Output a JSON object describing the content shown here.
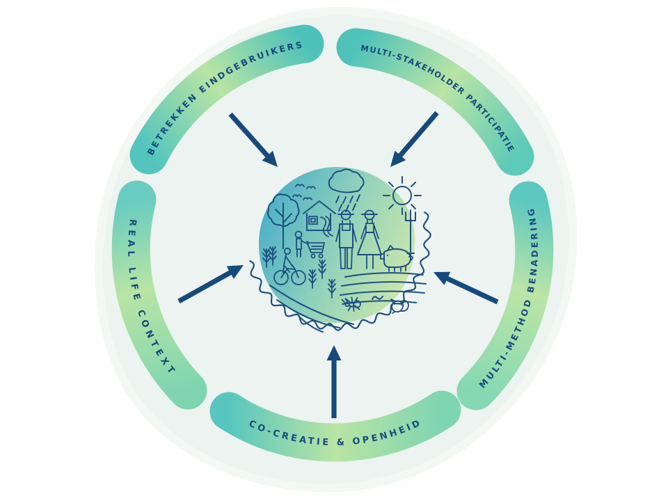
{
  "diagram": {
    "type": "circular ecosystem infographic",
    "bands": [
      {
        "label": "BETREKKEN EINDGEBRUIKERS",
        "position": "top-left"
      },
      {
        "label": "MULTI-STAKEHOLDER PARTICIPATIE",
        "position": "top-right"
      },
      {
        "label": "REAL LIFE CONTEXT",
        "position": "left"
      },
      {
        "label": "MULTI-METHOD BENADERING",
        "position": "right"
      },
      {
        "label": "CO-CREATIE & OPENHEID",
        "position": "bottom"
      }
    ],
    "arrows": [
      {
        "from": "betrekken-eindgebruikers",
        "to": "center",
        "direction": "down-right"
      },
      {
        "from": "multi-stakeholder-participatie",
        "to": "center",
        "direction": "down-left"
      },
      {
        "from": "real-life-context",
        "to": "center",
        "direction": "up-right"
      },
      {
        "from": "multi-method-benadering",
        "to": "center",
        "direction": "up-left"
      },
      {
        "from": "co-creatie-openheid",
        "to": "center",
        "direction": "up"
      }
    ],
    "center_illustration": {
      "icons": [
        "tree-icon",
        "birds-icon",
        "rain-cloud-icon",
        "sun-icon",
        "house-icon",
        "shopper-cart-icon",
        "cyclist-icon",
        "wheat-icon",
        "farmer-man-icon",
        "farmer-woman-icon",
        "pitchfork-icon",
        "pig-icon",
        "field-rows-icon",
        "ant-icon",
        "worm-icon",
        "squirrel-icon",
        "wavy-ring"
      ]
    },
    "colors": {
      "navy": "#174a7c",
      "teal": "#53c5bd",
      "pale_green": "#b9e4a4",
      "mint": "#7ed5b1",
      "background_blob": "#edf3f0",
      "circle_gradient_start": "#4eb1c7",
      "circle_gradient_end": "#d0e8ab"
    }
  }
}
